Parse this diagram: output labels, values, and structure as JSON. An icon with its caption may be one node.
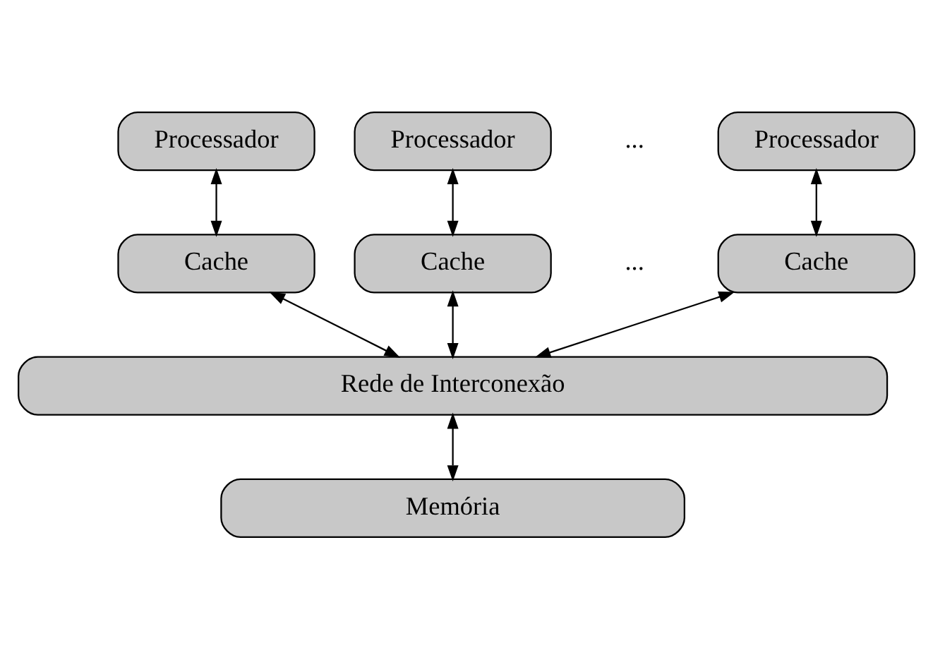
{
  "diagram": {
    "nodes": [
      {
        "text": [
          "Processador"
        ]
      },
      {
        "text": [
          "Processador"
        ]
      },
      {
        "text": [
          "Processador"
        ]
      },
      {
        "text": [
          "Cache"
        ]
      },
      {
        "text": [
          "Cache"
        ]
      },
      {
        "text": [
          "Cache"
        ]
      },
      {
        "text": [
          "Rede de Interconexão"
        ]
      },
      {
        "text": [
          "Memória"
        ]
      }
    ],
    "edges": [
      {
        "from": 0,
        "to": 3,
        "arrow": "both"
      },
      {
        "from": 1,
        "to": 4,
        "arrow": "both"
      },
      {
        "from": 2,
        "to": 5,
        "arrow": "both"
      },
      {
        "from": 3,
        "to": 6,
        "arrow": "both"
      },
      {
        "from": 4,
        "to": 6,
        "arrow": "both"
      },
      {
        "from": 5,
        "to": 6,
        "arrow": "both"
      },
      {
        "from": 6,
        "to": 7,
        "arrow": "both"
      }
    ],
    "labels": [
      "...",
      "..."
    ]
  }
}
